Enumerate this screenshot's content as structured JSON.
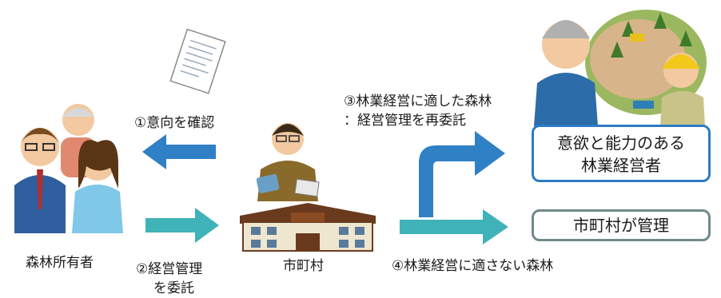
{
  "labels": {
    "owners": "森林所有者",
    "confirm": "①意向を確認",
    "entrust_line1": "②経営管理",
    "entrust_line2": "を委託",
    "municipality": "市町村",
    "suitable_line1": "③林業経営に適した森林",
    "suitable_line2": "：経営管理を再委託",
    "unsuitable": "④林業経営に適さない森林"
  },
  "boxes": {
    "operators_line1": "意欲と能力のある",
    "operators_line2": "林業経営者",
    "municipal_managed": "市町村が管理"
  },
  "colors": {
    "arrow_blue": "#2f80c4",
    "arrow_teal": "#3fb3b8",
    "box_blue_border": "#2d7bc3",
    "box_gray_border": "#6f8a8a"
  }
}
